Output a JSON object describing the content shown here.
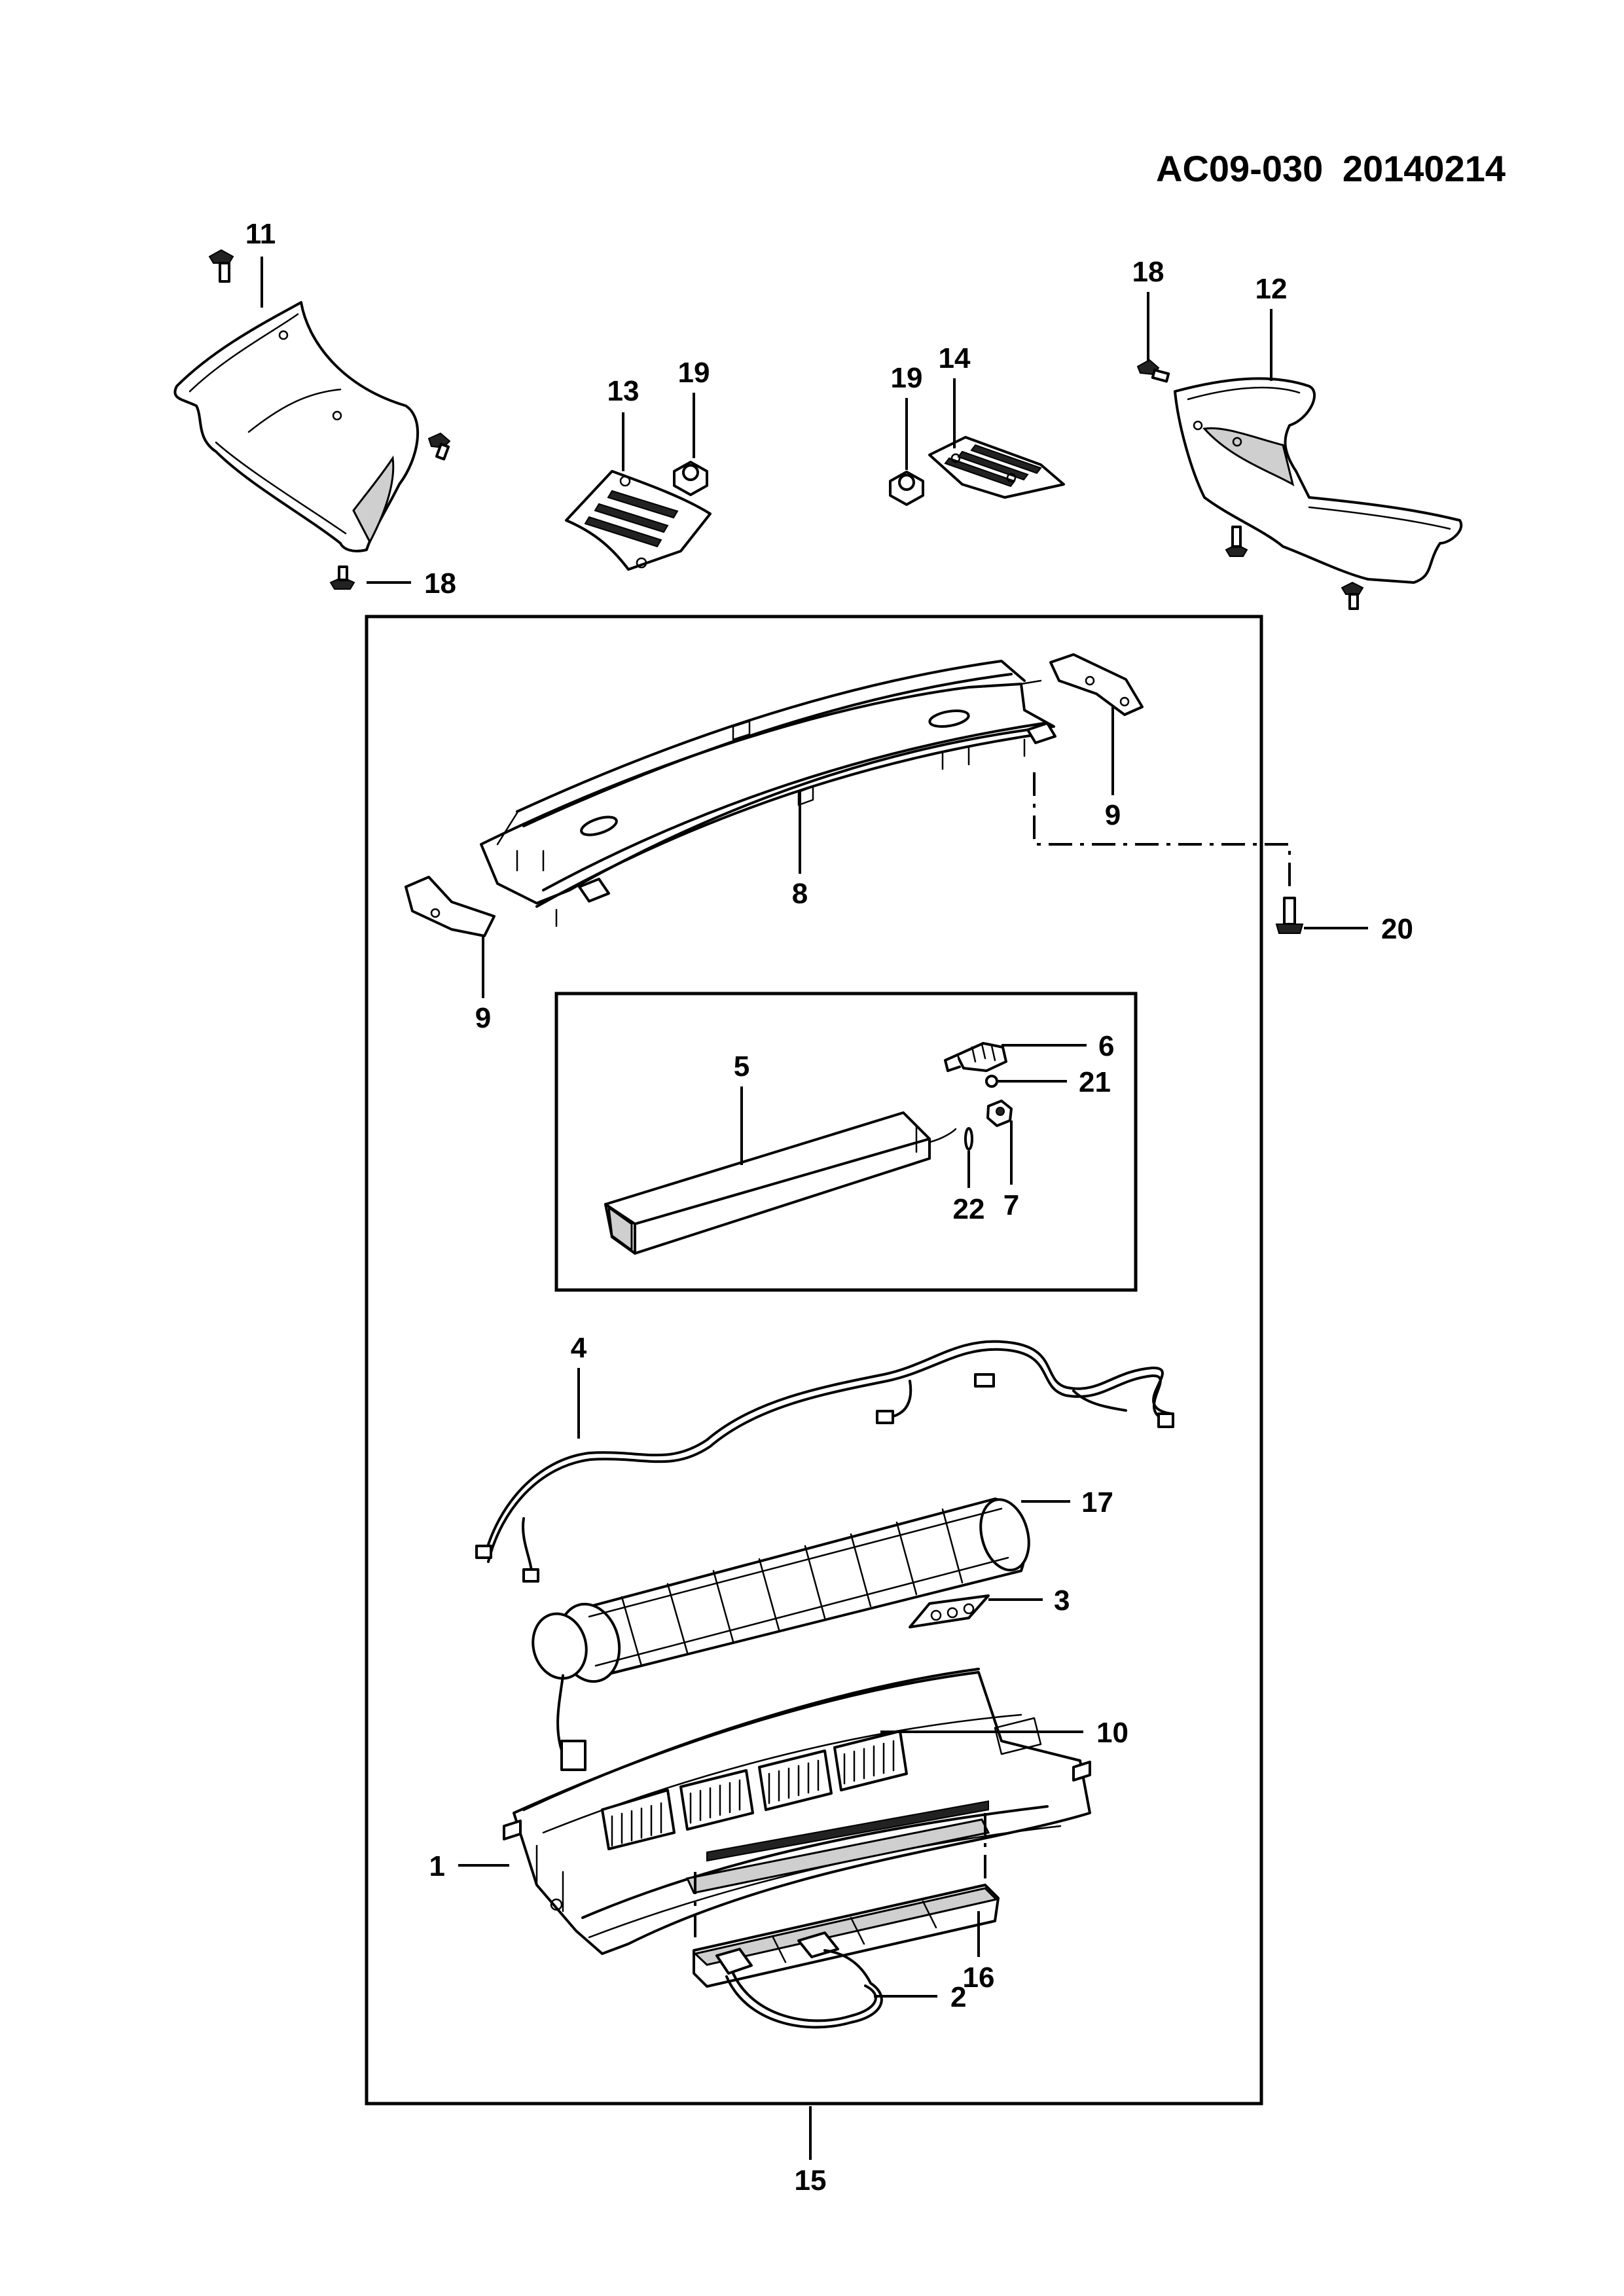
{
  "header": {
    "doc_code": "AC09-030  20140214"
  },
  "callouts": [
    {
      "id": "c11",
      "text": "11"
    },
    {
      "id": "c18a",
      "text": "18"
    },
    {
      "id": "c13",
      "text": "13"
    },
    {
      "id": "c19a",
      "text": "19"
    },
    {
      "id": "c19b",
      "text": "19"
    },
    {
      "id": "c14",
      "text": "14"
    },
    {
      "id": "c18b",
      "text": "18"
    },
    {
      "id": "c12",
      "text": "12"
    },
    {
      "id": "c9a",
      "text": "9"
    },
    {
      "id": "c8",
      "text": "8"
    },
    {
      "id": "c20",
      "text": "20"
    },
    {
      "id": "c9b",
      "text": "9"
    },
    {
      "id": "c5",
      "text": "5"
    },
    {
      "id": "c6",
      "text": "6"
    },
    {
      "id": "c21",
      "text": "21"
    },
    {
      "id": "c22",
      "text": "22"
    },
    {
      "id": "c7",
      "text": "7"
    },
    {
      "id": "c4",
      "text": "4"
    },
    {
      "id": "c17",
      "text": "17"
    },
    {
      "id": "c3",
      "text": "3"
    },
    {
      "id": "c10",
      "text": "10"
    },
    {
      "id": "c1",
      "text": "1"
    },
    {
      "id": "c16",
      "text": "16"
    },
    {
      "id": "c2",
      "text": "2"
    },
    {
      "id": "c15",
      "text": "15"
    }
  ]
}
